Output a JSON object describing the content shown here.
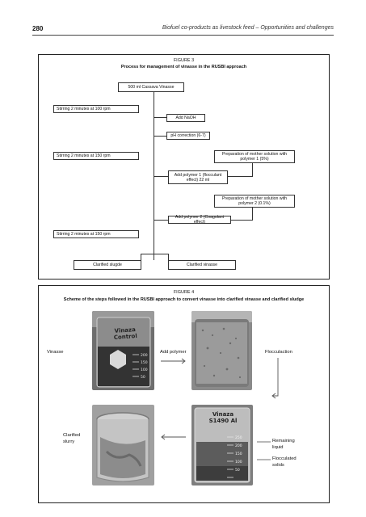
{
  "header": {
    "page_number": "280",
    "running_title": "Biofuel co-products as livestock feed – Opportunities and challenges"
  },
  "figure3": {
    "label": "FIGURE 3",
    "title": "Process for management of vinasse in the RUSBI approach",
    "start": "500 ml Cassava Vinasse",
    "stir1": "Stirring 2 minutes at 100 rpm",
    "naoh": "Add NaOH",
    "ph": "pH correction (6-7)",
    "stir2": "Stirring 2 minutes at 150 rpm",
    "prep1": "Preparation of mother solution with polymer 1 (5%)",
    "poly1": "Add polymer 1 (flocculant effect) 22 ml",
    "prep2": "Preparation of mother solution with polymer 2 (0.1%)",
    "poly2": "Add polymer 2 (Coagulant effect)",
    "stir3": "Stirring 2 minutes at 150 rpm",
    "sludge": "Clarified slugde",
    "vinasse": "Clarified vinasse"
  },
  "figure4": {
    "label": "FIGURE 4",
    "title": "Scheme of the steps followed in the RUSBI approach to convert vinasse into clarified vinasse and clarified sludge",
    "vinasse_label": "Vinasse",
    "add_polymer": "Add polymer",
    "flocculation": "Flocculaction",
    "clarified_slurry": "Clarified slurry",
    "remaining_liquid": "Remaining liquid",
    "flocculated_solids": "Flocculated solids",
    "beaker1_text": "Vinaza Control",
    "beaker2_text": "Vinaza S1490 Al"
  }
}
